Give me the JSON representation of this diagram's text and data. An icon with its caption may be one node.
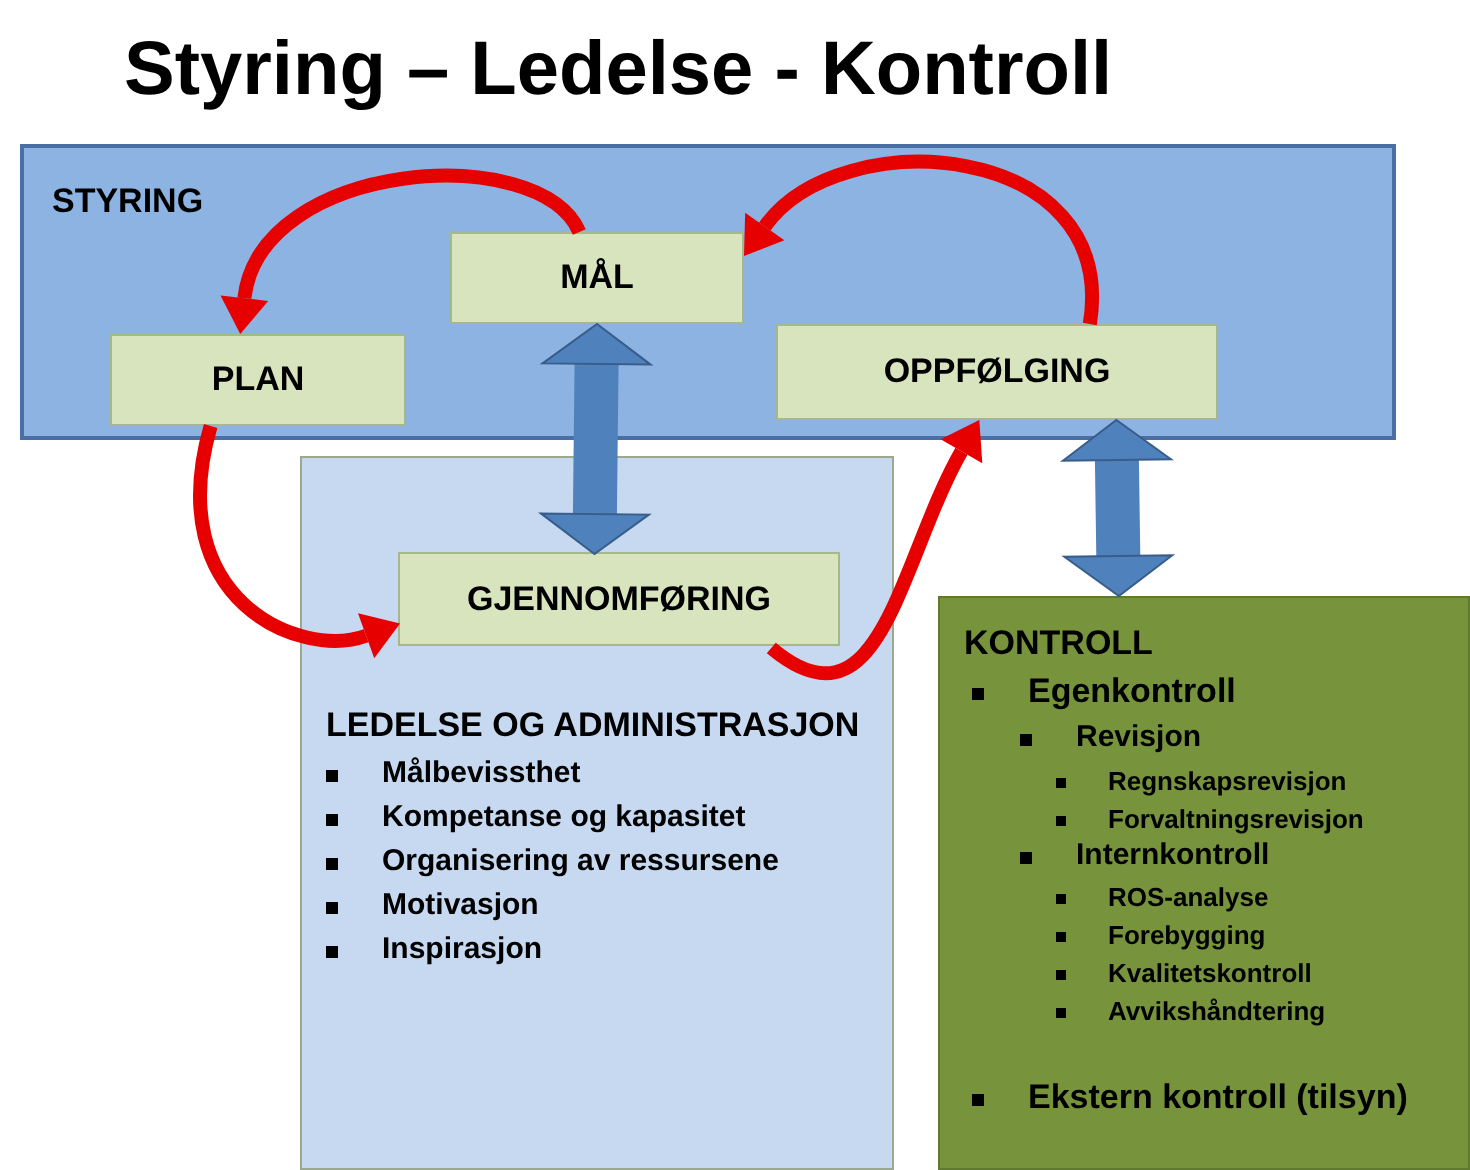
{
  "diagram": {
    "title": "Styring – Ledelse - Kontroll",
    "nodes": [
      {
        "text": [
          "STYRING"
        ]
      },
      {
        "text": [
          "MÅL"
        ],
        "in": 0
      },
      {
        "text": [
          "PLAN"
        ],
        "in": 0
      },
      {
        "text": [
          "OPPFØLGING"
        ],
        "in": 0
      },
      {
        "text": [
          "LEDELSE OG ADMINISTRASJON",
          "Målbevissthet",
          "Kompetanse og kapasitet",
          "Organisering av ressursene",
          "Motivasjon",
          "Inspirasjon"
        ]
      },
      {
        "text": [
          "GJENNOMFØRING"
        ],
        "in": 4
      },
      {
        "text": [
          "KONTROLL",
          "Egenkontroll",
          "Revisjon",
          "Regnskapsrevisjon",
          "Forvaltningsrevisjon",
          "Internkontroll",
          "ROS-analyse",
          "Forebygging",
          "Kvalitetskontroll",
          "Avvikshåndtering",
          "Ekstern kontroll (tilsyn)"
        ]
      }
    ],
    "edges": [
      {
        "from": 1,
        "to": 2,
        "arrow": "to"
      },
      {
        "from": 2,
        "to": 5,
        "arrow": "to"
      },
      {
        "from": 5,
        "to": 3,
        "arrow": "to"
      },
      {
        "from": 3,
        "to": 1,
        "arrow": "to"
      },
      {
        "from": 1,
        "to": 5,
        "arrow": "both",
        "style": "thick",
        "color": "#4f81bd"
      },
      {
        "from": 3,
        "to": 6,
        "arrow": "both",
        "style": "thick",
        "color": "#4f81bd"
      }
    ]
  }
}
